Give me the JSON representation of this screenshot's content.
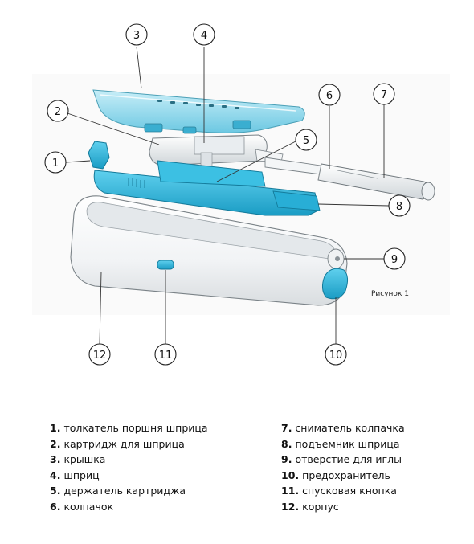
{
  "figure": {
    "caption": "Рисунок 1",
    "callouts": [
      "1",
      "2",
      "3",
      "4",
      "5",
      "6",
      "7",
      "8",
      "9",
      "10",
      "11",
      "12"
    ]
  },
  "legend": {
    "left": [
      {
        "num": "1.",
        "text": "толкатель поршня шприца"
      },
      {
        "num": "2.",
        "text": "картридж для шприца"
      },
      {
        "num": "3.",
        "text": "крышка"
      },
      {
        "num": "4.",
        "text": "шприц"
      },
      {
        "num": "5.",
        "text": "держатель картриджа"
      },
      {
        "num": "6.",
        "text": "колпачок"
      }
    ],
    "right": [
      {
        "num": "7.",
        "text": "сниматель колпачка"
      },
      {
        "num": "8.",
        "text": "подъемник шприца"
      },
      {
        "num": "9.",
        "text": "отверстие для иглы"
      },
      {
        "num": "10.",
        "text": "предохранитель"
      },
      {
        "num": "11.",
        "text": "спусковая кнопка"
      },
      {
        "num": "12.",
        "text": "корпус"
      }
    ]
  },
  "colors": {
    "accent_blue": "#2fb4d6",
    "light_blue": "#a9dff0",
    "body_white": "#f6f7f8",
    "outline": "#6a7378"
  }
}
